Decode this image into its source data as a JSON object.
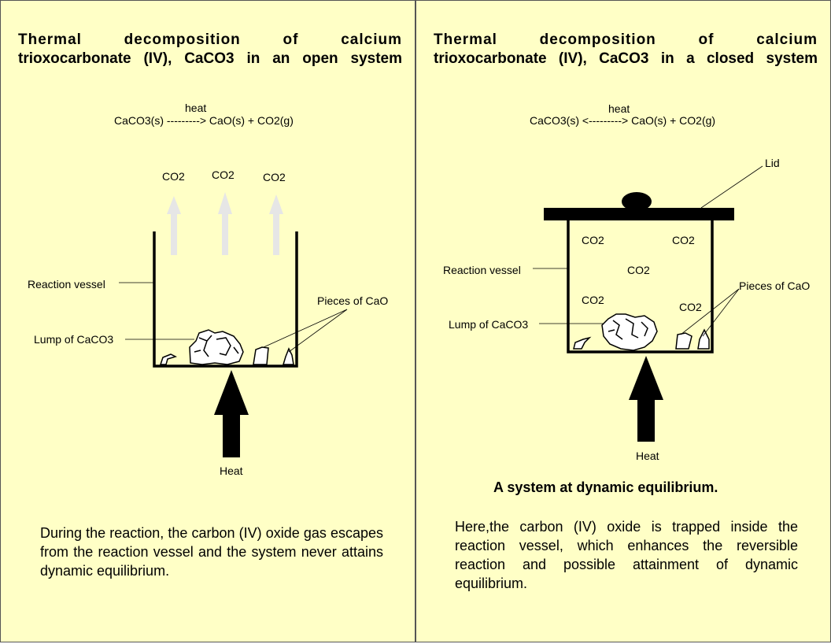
{
  "open_system": {
    "title_line1": "Thermal decomposition of calcium",
    "title_line2": "trioxocarbonate (IV), CaCO3 in an open system",
    "equation_condition": "heat",
    "equation": "CaCO3(s) ---------> CaO(s) + CO2(g)",
    "gas_labels": [
      "CO2",
      "CO2",
      "CO2"
    ],
    "vessel_label": "Reaction vessel",
    "lump_label": "Lump of CaCO3",
    "pieces_label": "Pieces of CaO",
    "heat_label": "Heat",
    "description": "During the reaction, the carbon (IV) oxide gas escapes from the reaction vessel and the system never attains dynamic equilibrium."
  },
  "closed_system": {
    "title_line1": "Thermal decomposition of calcium",
    "title_line2": "trioxocarbonate (IV), CaCO3 in a closed system",
    "equation_condition": "heat",
    "equation": "CaCO3(s) <---------> CaO(s) + CO2(g)",
    "lid_label": "Lid",
    "gas_labels": [
      "CO2",
      "CO2",
      "CO2",
      "CO2",
      "CO2"
    ],
    "vessel_label": "Reaction vessel",
    "lump_label": "Lump of CaCO3",
    "pieces_label": "Pieces of CaO",
    "heat_label": "Heat",
    "state_label": "A system at dynamic equilibrium.",
    "description": "Here,the carbon (IV) oxide is trapped inside the reaction vessel, which enhances the reversible reaction and possible attainment of dynamic equilibrium."
  },
  "colors": {
    "background": "#ffffc6",
    "escaping_gas_arrow": "#e6e6e6",
    "heat_arrow": "#000000"
  },
  "icons": [
    "escaping-gas-arrow",
    "heat-arrow",
    "reaction-vessel",
    "lid-with-knob"
  ]
}
